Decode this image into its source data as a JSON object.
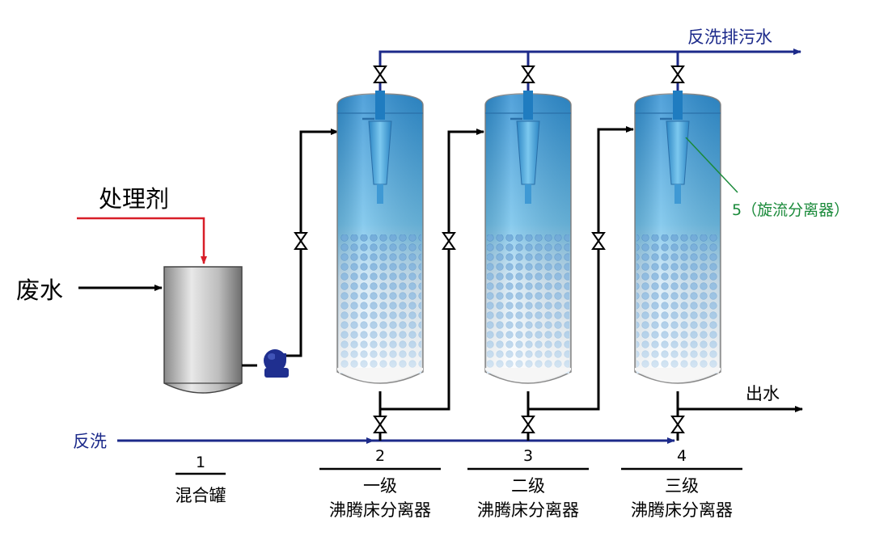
{
  "inputs": {
    "reagent": "处理剂",
    "wastewater": "废水",
    "backwash": "反洗"
  },
  "outputs": {
    "backwash_drain": "反洗排污水",
    "effluent": "出水"
  },
  "callout": "5（旋流分离器）",
  "units": [
    {
      "number": "1",
      "name": "混合罐"
    },
    {
      "number": "2",
      "stage": "一级",
      "name": "沸腾床分离器"
    },
    {
      "number": "3",
      "stage": "二级",
      "name": "沸腾床分离器"
    },
    {
      "number": "4",
      "stage": "三级",
      "name": "沸腾床分离器"
    }
  ],
  "colors": {
    "flow_line": "#000000",
    "backwash_line": "#1c2a8a",
    "reagent_line": "#d81e28",
    "callout_line": "#1a8a3a",
    "pump": "#1f2f8f"
  }
}
